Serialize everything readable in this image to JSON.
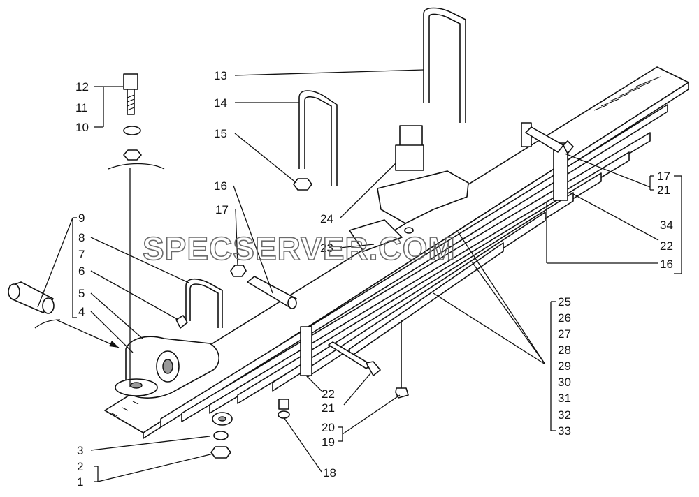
{
  "watermark": "SPECSERVER.COM",
  "callouts": {
    "c1": "1",
    "c2": "2",
    "c3": "3",
    "c4": "4",
    "c5": "5",
    "c6": "6",
    "c7": "7",
    "c8": "8",
    "c9": "9",
    "c10": "10",
    "c11": "11",
    "c12": "12",
    "c13": "13",
    "c14": "14",
    "c15": "15",
    "c16a": "16",
    "c16b": "16",
    "c17a": "17",
    "c17b": "17",
    "c18": "18",
    "c19": "19",
    "c20": "20",
    "c21a": "21",
    "c21b": "21",
    "c22a": "22",
    "c22b": "22",
    "c23": "23",
    "c24": "24",
    "c25": "25",
    "c26": "26",
    "c27": "27",
    "c28": "28",
    "c29": "29",
    "c30": "30",
    "c31": "31",
    "c32": "32",
    "c33": "33",
    "c34": "34"
  }
}
